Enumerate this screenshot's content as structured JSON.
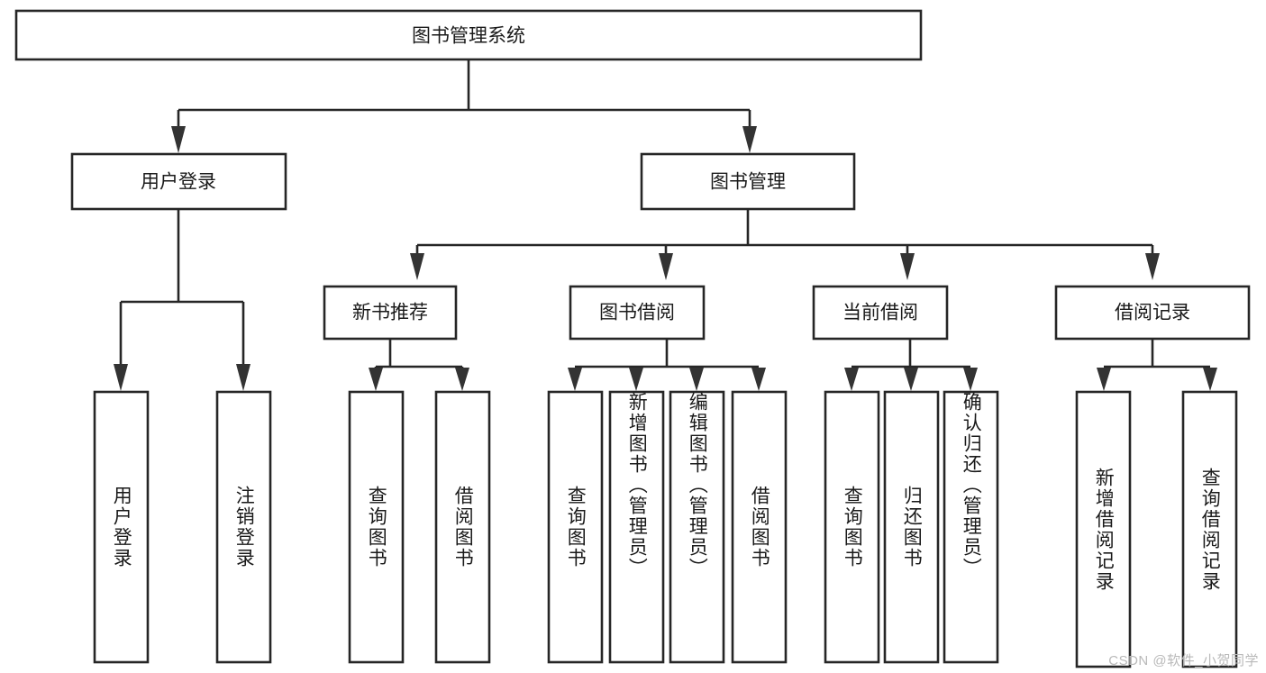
{
  "diagram": {
    "type": "tree",
    "title": "图书管理系统",
    "root": {
      "label": "图书管理系统"
    },
    "level2": [
      {
        "label": "用户登录"
      },
      {
        "label": "图书管理"
      }
    ],
    "level3": [
      {
        "label": "新书推荐"
      },
      {
        "label": "图书借阅"
      },
      {
        "label": "当前借阅"
      },
      {
        "label": "借阅记录"
      }
    ],
    "leaves": {
      "user_login": [
        {
          "label": "用户登录"
        },
        {
          "label": "注销登录"
        }
      ],
      "new_book_recommend": [
        {
          "label": "查询图书"
        },
        {
          "label": "借阅图书"
        }
      ],
      "book_borrow": [
        {
          "label": "查询图书"
        },
        {
          "label": "新增图书（管理员）"
        },
        {
          "label": "编辑图书（管理员）"
        },
        {
          "label": "借阅图书"
        }
      ],
      "current_borrow": [
        {
          "label": "查询图书"
        },
        {
          "label": "归还图书"
        },
        {
          "label": "确认归还（管理员）"
        }
      ],
      "borrow_record": [
        {
          "label": "新增借阅记录"
        },
        {
          "label": "查询借阅记录"
        }
      ]
    }
  },
  "watermark": {
    "text": "CSDN @软件_小贺同学"
  },
  "colors": {
    "stroke": "#262626",
    "fill": "#ffffff",
    "text": "#1a1a1a",
    "watermark": "#b9b9b9"
  }
}
